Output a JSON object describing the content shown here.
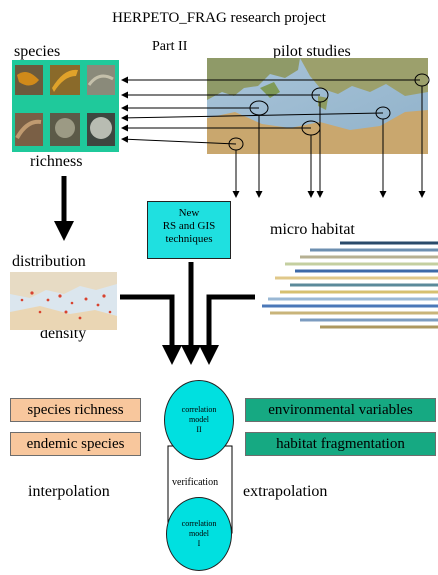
{
  "title": "HERPETO_FRAG research project",
  "part": "Part II",
  "labels": {
    "species": "species",
    "richness": "richness",
    "pilot_studies": "pilot studies",
    "distribution": "distribution",
    "density": "density",
    "micro_habitat": "micro habitat",
    "interpolation": "interpolation",
    "extrapolation": "extrapolation",
    "verification": "verification"
  },
  "tech_box": {
    "line1": "New",
    "line2": "RS and GIS",
    "line3": "techniques"
  },
  "model2": {
    "line1": "correlation",
    "line2": "model",
    "line3": "II"
  },
  "model1": {
    "line1": "correlation",
    "line2": "model",
    "line3": "I"
  },
  "left_boxes": [
    "species richness",
    "endemic species"
  ],
  "right_boxes": [
    "environmental variables",
    "habitat fragmentation"
  ],
  "colors": {
    "teal_frame": "#1fc99b",
    "cyan": "#00e0e0",
    "orange": "#f8c79d",
    "green": "#16a982"
  }
}
